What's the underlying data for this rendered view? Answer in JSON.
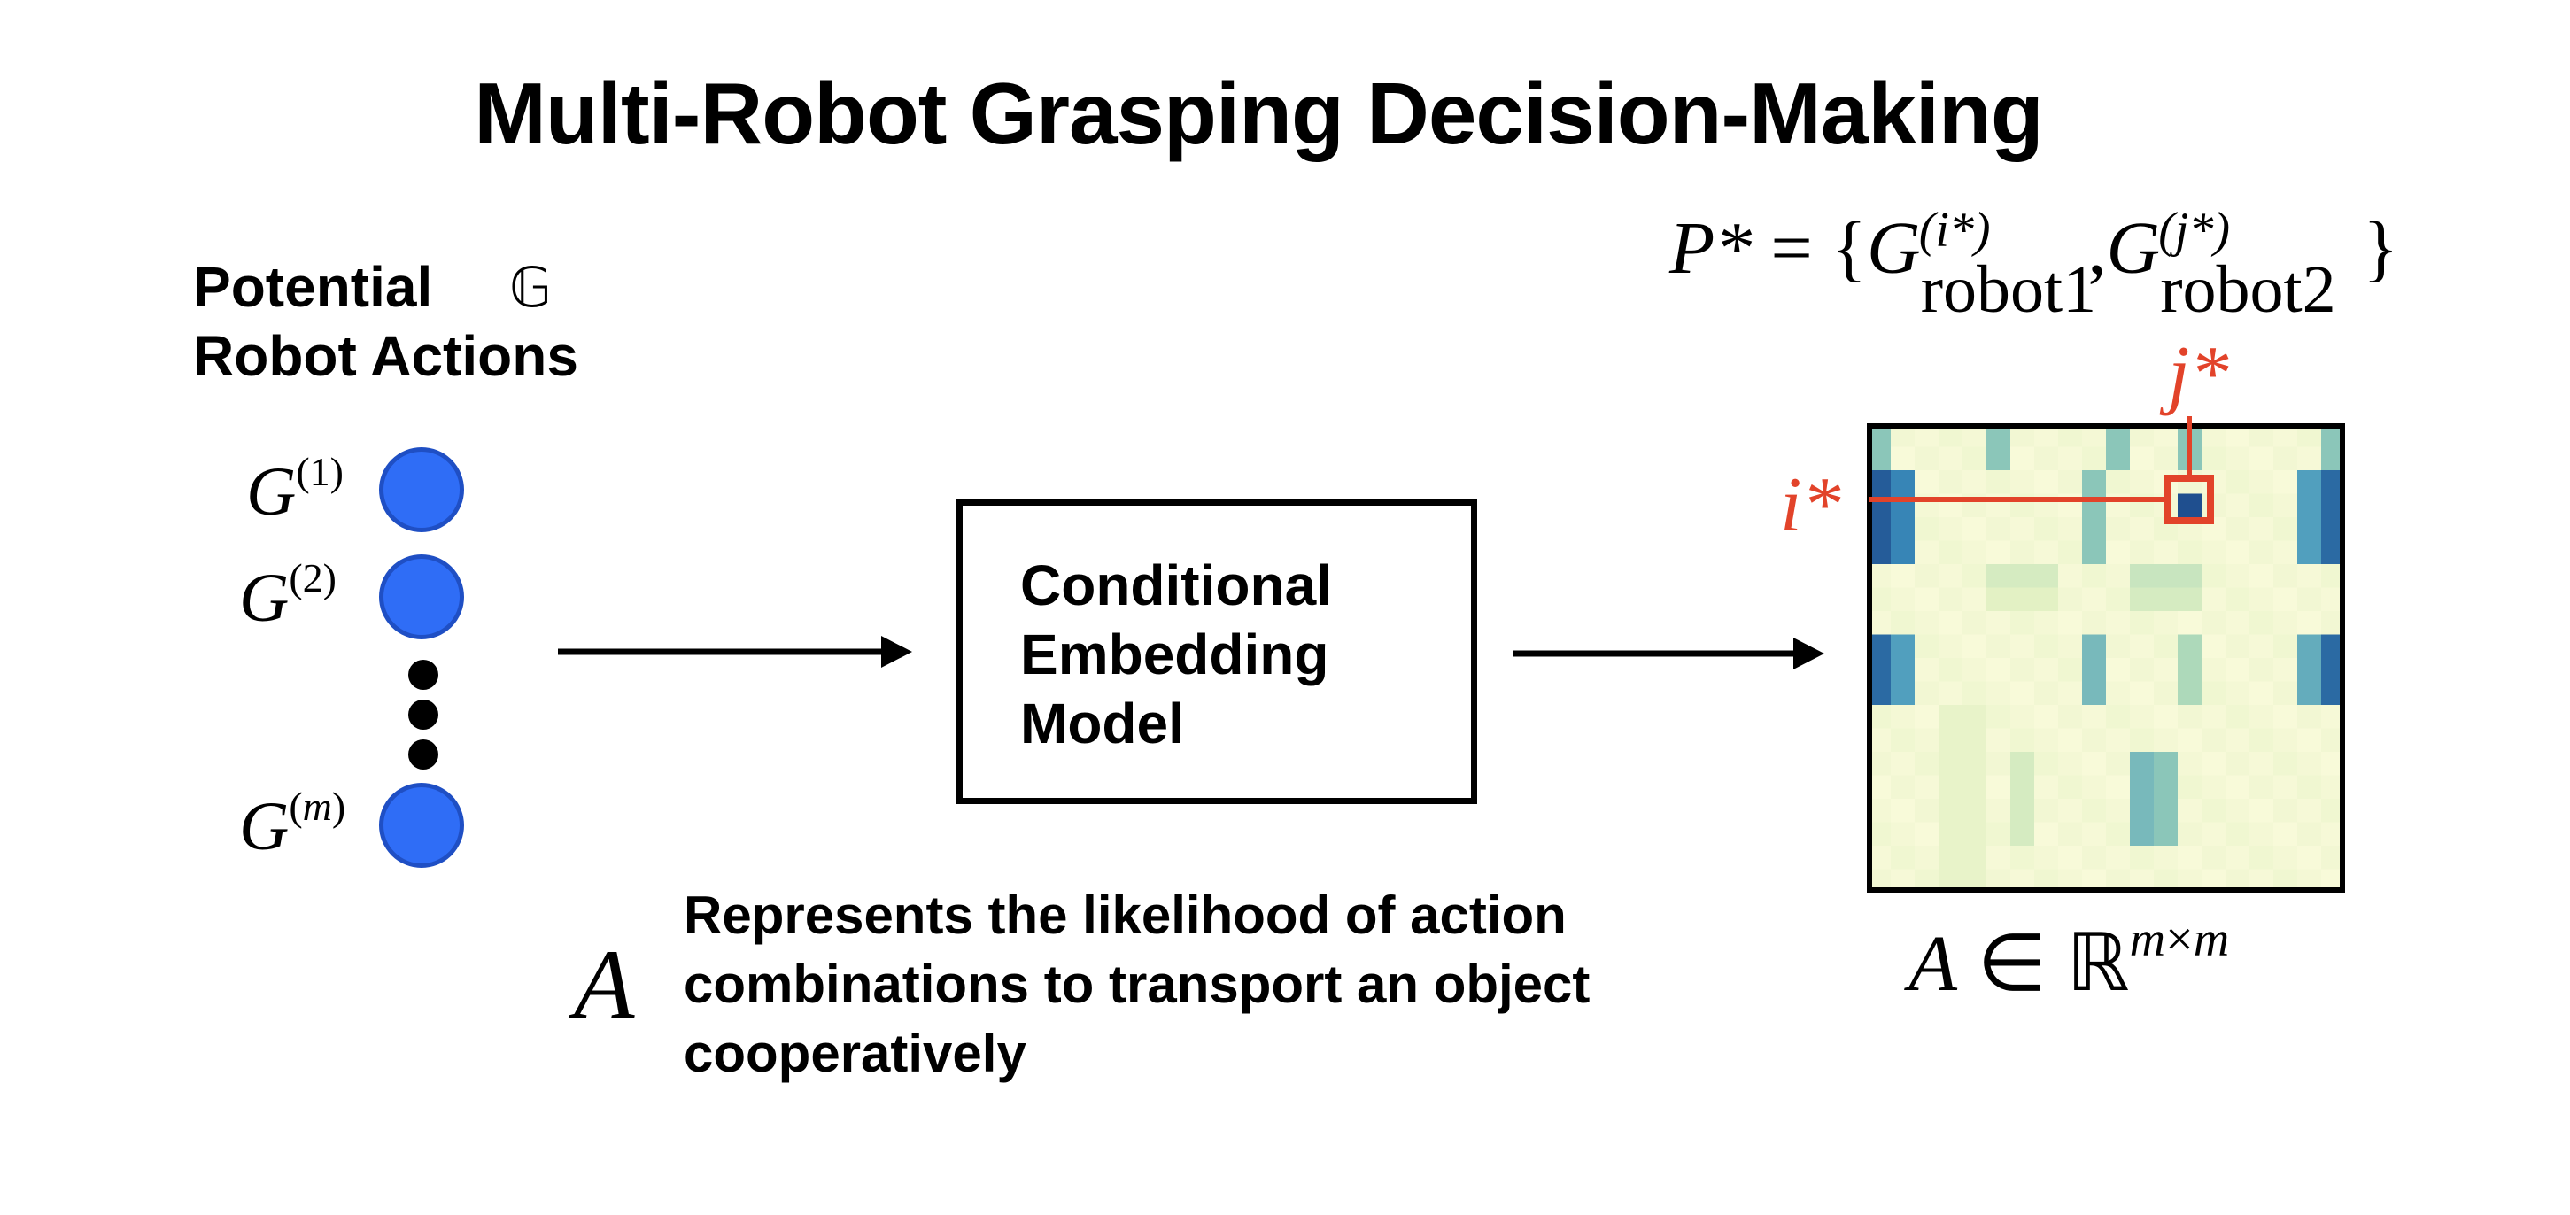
{
  "title": "Multi-Robot Grasping Decision-Making",
  "actions_heading": {
    "line1": "Potential",
    "line2": "Robot Actions",
    "set_symbol": "𝔾"
  },
  "grasps": [
    {
      "base": "G",
      "sup": "(1)"
    },
    {
      "base": "G",
      "sup": "(2)"
    },
    {
      "base": "G",
      "sup_open": "(",
      "sup_var": "m",
      "sup_close": ")"
    }
  ],
  "model_box": {
    "line1": "Conditional",
    "line2": "Embedding",
    "line3": "Model"
  },
  "description": {
    "symbol": "A",
    "line1": "Represents the likelihood of action",
    "line2": "combinations to transport an object",
    "line3": "cooperatively"
  },
  "matrix_label": {
    "var": "A",
    "relation": " ∈ ℝ",
    "dims_a": "m",
    "times": "×",
    "dims_b": "m"
  },
  "formula": {
    "lhs": "P*",
    "eq": " = {",
    "g1": "G",
    "g1_sup": "(i*)",
    "g1_sub": "robot1",
    "comma": ",",
    "g2": "G",
    "g2_sup": "(j*)",
    "g2_sub": "robot2",
    "close": "}"
  },
  "selection": {
    "row_label": "i*",
    "col_label": "j*",
    "highlight_color": "#e2432a"
  },
  "colors": {
    "node_fill": "#2f6df6",
    "heatmap_low": "#fbfbdc",
    "heatmap_high": "#1f4f8f"
  }
}
